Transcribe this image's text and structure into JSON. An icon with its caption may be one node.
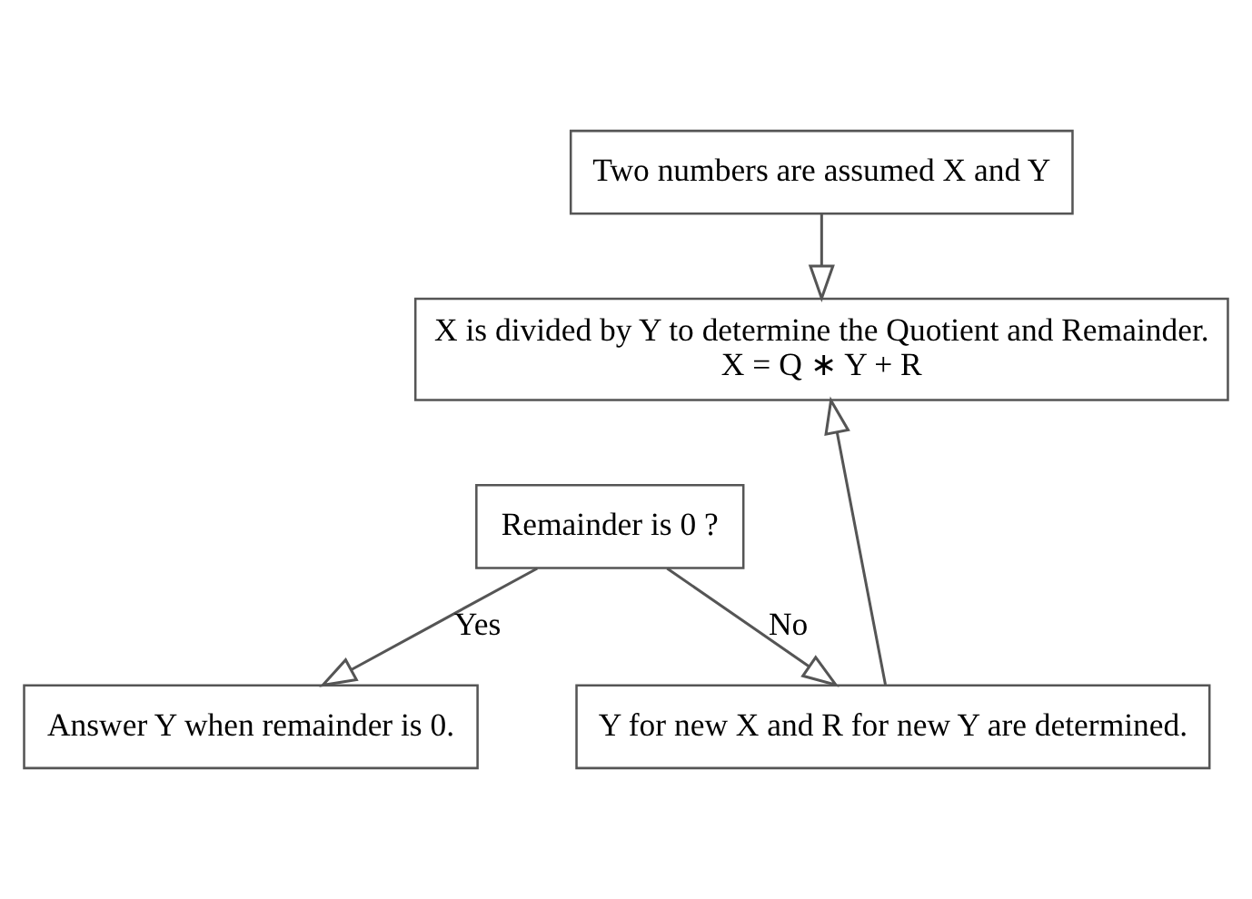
{
  "diagram": {
    "nodes": [
      {
        "text": [
          "Two numbers are assumed X and Y"
        ]
      },
      {
        "text": [
          "X is divided by Y to determine the Quotient and Remainder.",
          "X = Q ∗ Y + R"
        ]
      },
      {
        "text": [
          "Remainder is 0 ?"
        ]
      },
      {
        "text": [
          "Answer Y when remainder is 0."
        ]
      },
      {
        "text": [
          "Y for new X and R for new Y are determined."
        ]
      }
    ],
    "edges": [
      {
        "from": 0,
        "to": 1,
        "arrow": "to"
      },
      {
        "from": 2,
        "to": 3,
        "arrow": "to",
        "label": "Yes"
      },
      {
        "from": 2,
        "to": 4,
        "arrow": "to",
        "label": "No"
      },
      {
        "from": 4,
        "to": 1,
        "arrow": "to"
      }
    ]
  }
}
